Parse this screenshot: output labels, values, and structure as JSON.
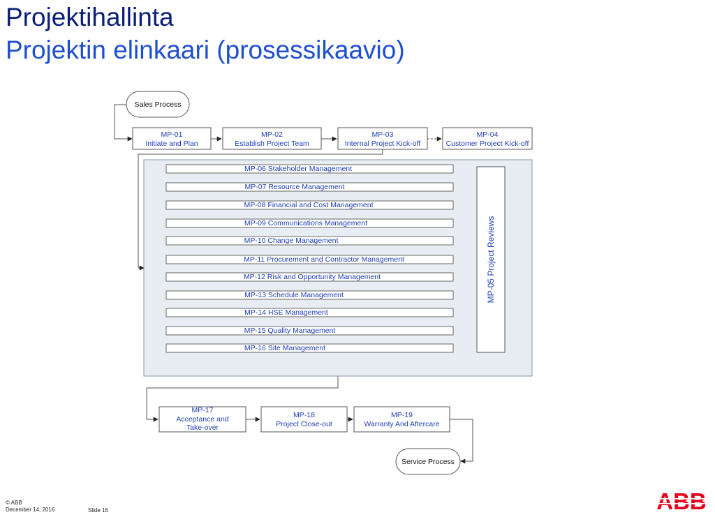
{
  "titles": {
    "line1": "Projektihallinta",
    "line2": "Projektin elinkaari (prosessikaavio)"
  },
  "flow": {
    "sales_process": "Sales Process",
    "service_process": "Service Process",
    "top_steps": [
      {
        "code": "MP-01",
        "name": "Initiate and Plan"
      },
      {
        "code": "MP-02",
        "name": "Establish Project Team"
      },
      {
        "code": "MP-03",
        "name": "Internal Project Kick-off"
      },
      {
        "code": "MP-04",
        "name": "Customer Project Kick-off"
      }
    ],
    "management_processes": [
      "MP-06 Stakeholder Management",
      "MP-07 Resource Management",
      "MP-08 Financial and Cost Management",
      "MP-09 Communications Management",
      "MP-10 Change Management",
      "MP-11 Procurement and Contractor Management",
      "MP-12 Risk and Opportunity Management",
      "MP-13 Schedule Management",
      "MP-14 HSE Management",
      "MP-15 Quality Management",
      "MP-16 Site Management"
    ],
    "reviews": "MP-05 Project Reviews",
    "bottom_steps": [
      {
        "code": "MP-17",
        "line1": "Acceptance and",
        "line2": "Take-over"
      },
      {
        "code": "MP-18",
        "name": "Project Close-out"
      },
      {
        "code": "MP-19",
        "name": "Warranty And Aftercare"
      }
    ]
  },
  "footer": {
    "copyright": "© ABB",
    "date": "December 14, 2016",
    "slide": "Slide 16",
    "logo_text": "ABB"
  },
  "colors": {
    "title_dark": "#0a1e7a",
    "title_blue": "#1f4fd1",
    "label_blue": "#1f3fb5",
    "panel_fill": "#e8edf3",
    "logo_red": "#e2001a"
  }
}
